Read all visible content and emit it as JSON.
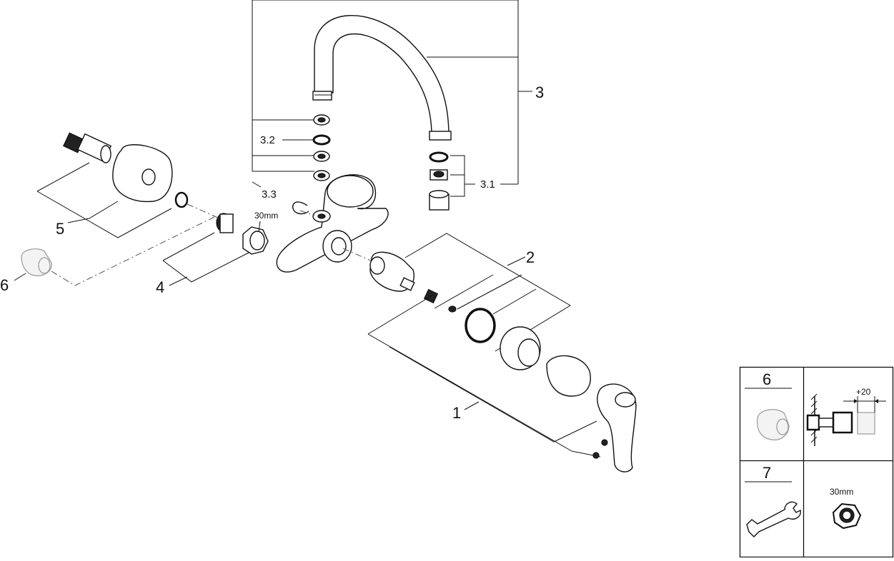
{
  "callouts": {
    "c1": "1",
    "c2": "2",
    "c3": "3",
    "c3_1": "3.1",
    "c3_2": "3.2",
    "c3_3": "3.3",
    "c4": "4",
    "c5": "5",
    "c6": "6",
    "nut_size": "30mm"
  },
  "legend_table": {
    "row1_label": "6",
    "row1_dimension": "+20",
    "row2_label": "7",
    "row2_tool_size": "30mm"
  },
  "colors": {
    "line": "#111111",
    "dashed": "#555555",
    "ghost_part": "#9a9a9a"
  }
}
